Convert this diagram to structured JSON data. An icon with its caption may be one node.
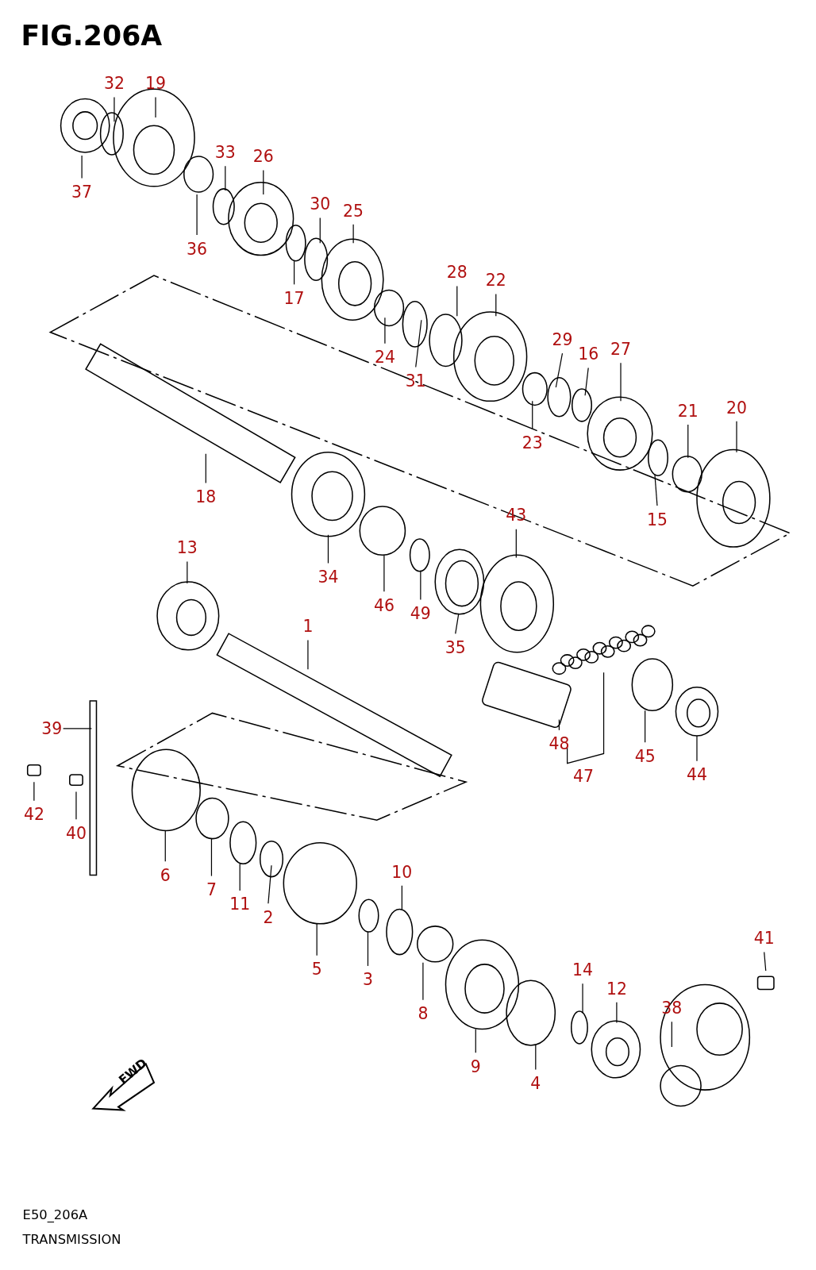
{
  "diagram": {
    "title": "FIG.206A",
    "nodes": [
      {
        "text": [
          "32"
        ]
      },
      {
        "text": [
          "19"
        ]
      },
      {
        "text": [
          "37"
        ]
      },
      {
        "text": [
          "33"
        ]
      },
      {
        "text": [
          "26"
        ]
      },
      {
        "text": [
          "36"
        ]
      },
      {
        "text": [
          "30"
        ]
      },
      {
        "text": [
          "25"
        ]
      },
      {
        "text": [
          "17"
        ]
      },
      {
        "text": [
          "28"
        ]
      },
      {
        "text": [
          "22"
        ]
      },
      {
        "text": [
          "24"
        ]
      },
      {
        "text": [
          "31"
        ]
      },
      {
        "text": [
          "29"
        ]
      },
      {
        "text": [
          "16"
        ]
      },
      {
        "text": [
          "27"
        ]
      },
      {
        "text": [
          "23"
        ]
      },
      {
        "text": [
          "21"
        ]
      },
      {
        "text": [
          "20"
        ]
      },
      {
        "text": [
          "15"
        ]
      },
      {
        "text": [
          "18"
        ]
      },
      {
        "text": [
          "34"
        ]
      },
      {
        "text": [
          "46"
        ]
      },
      {
        "text": [
          "49"
        ]
      },
      {
        "text": [
          "43"
        ]
      },
      {
        "text": [
          "13"
        ]
      },
      {
        "text": [
          "1"
        ]
      },
      {
        "text": [
          "35"
        ]
      },
      {
        "text": [
          "39"
        ]
      },
      {
        "text": [
          "42"
        ]
      },
      {
        "text": [
          "40"
        ]
      },
      {
        "text": [
          "48"
        ]
      },
      {
        "text": [
          "47"
        ]
      },
      {
        "text": [
          "45"
        ]
      },
      {
        "text": [
          "44"
        ]
      },
      {
        "text": [
          "6"
        ]
      },
      {
        "text": [
          "7"
        ]
      },
      {
        "text": [
          "11"
        ]
      },
      {
        "text": [
          "2"
        ]
      },
      {
        "text": [
          "5"
        ]
      },
      {
        "text": [
          "10"
        ]
      },
      {
        "text": [
          "3"
        ]
      },
      {
        "text": [
          "8"
        ]
      },
      {
        "text": [
          "9"
        ]
      },
      {
        "text": [
          "14"
        ]
      },
      {
        "text": [
          "12"
        ]
      },
      {
        "text": [
          "4"
        ]
      },
      {
        "text": [
          "38"
        ]
      },
      {
        "text": [
          "41"
        ]
      }
    ],
    "edges": [
      {
        "from": 0,
        "to": null,
        "arrow": "none"
      },
      {
        "from": 1,
        "to": null,
        "arrow": "none"
      },
      {
        "from": 2,
        "to": null,
        "arrow": "none"
      },
      {
        "from": 3,
        "to": null,
        "arrow": "none"
      },
      {
        "from": 4,
        "to": null,
        "arrow": "none"
      },
      {
        "from": 5,
        "to": null,
        "arrow": "none"
      },
      {
        "from": 6,
        "to": null,
        "arrow": "none"
      },
      {
        "from": 7,
        "to": null,
        "arrow": "none"
      },
      {
        "from": 8,
        "to": null,
        "arrow": "none"
      },
      {
        "from": 9,
        "to": null,
        "arrow": "none"
      },
      {
        "from": 10,
        "to": null,
        "arrow": "none"
      },
      {
        "from": 11,
        "to": null,
        "arrow": "none"
      },
      {
        "from": 12,
        "to": null,
        "arrow": "none"
      },
      {
        "from": 13,
        "to": null,
        "arrow": "none"
      },
      {
        "from": 14,
        "to": null,
        "arrow": "none"
      },
      {
        "from": 15,
        "to": null,
        "arrow": "none"
      },
      {
        "from": 16,
        "to": null,
        "arrow": "none"
      },
      {
        "from": 17,
        "to": null,
        "arrow": "none"
      },
      {
        "from": 18,
        "to": null,
        "arrow": "none"
      },
      {
        "from": 19,
        "to": null,
        "arrow": "none"
      },
      {
        "from": 20,
        "to": null,
        "arrow": "none"
      },
      {
        "from": 21,
        "to": null,
        "arrow": "none"
      },
      {
        "from": 22,
        "to": null,
        "arrow": "none"
      },
      {
        "from": 23,
        "to": null,
        "arrow": "none"
      },
      {
        "from": 24,
        "to": null,
        "arrow": "none"
      },
      {
        "from": 25,
        "to": null,
        "arrow": "none"
      },
      {
        "from": 26,
        "to": null,
        "arrow": "none"
      },
      {
        "from": 27,
        "to": null,
        "arrow": "none"
      },
      {
        "from": 28,
        "to": null,
        "arrow": "none"
      },
      {
        "from": 29,
        "to": null,
        "arrow": "none"
      },
      {
        "from": 30,
        "to": null,
        "arrow": "none"
      },
      {
        "from": 31,
        "to": null,
        "arrow": "none"
      },
      {
        "from": 32,
        "to": null,
        "arrow": "none"
      },
      {
        "from": 33,
        "to": null,
        "arrow": "none"
      },
      {
        "from": 34,
        "to": null,
        "arrow": "none"
      },
      {
        "from": 35,
        "to": null,
        "arrow": "none"
      },
      {
        "from": 36,
        "to": null,
        "arrow": "none"
      },
      {
        "from": 37,
        "to": null,
        "arrow": "none"
      },
      {
        "from": 38,
        "to": null,
        "arrow": "none"
      },
      {
        "from": 39,
        "to": null,
        "arrow": "none"
      },
      {
        "from": 40,
        "to": null,
        "arrow": "none"
      },
      {
        "from": 41,
        "to": null,
        "arrow": "none"
      },
      {
        "from": 42,
        "to": null,
        "arrow": "none"
      },
      {
        "from": 43,
        "to": null,
        "arrow": "none"
      },
      {
        "from": 44,
        "to": null,
        "arrow": "none"
      },
      {
        "from": 45,
        "to": null,
        "arrow": "none"
      },
      {
        "from": 46,
        "to": null,
        "arrow": "none"
      },
      {
        "from": 47,
        "to": null,
        "arrow": "none"
      },
      {
        "from": 48,
        "to": null,
        "arrow": "none"
      }
    ],
    "labels": [
      "FWD",
      "E50_206A",
      "TRANSMISSION"
    ]
  }
}
